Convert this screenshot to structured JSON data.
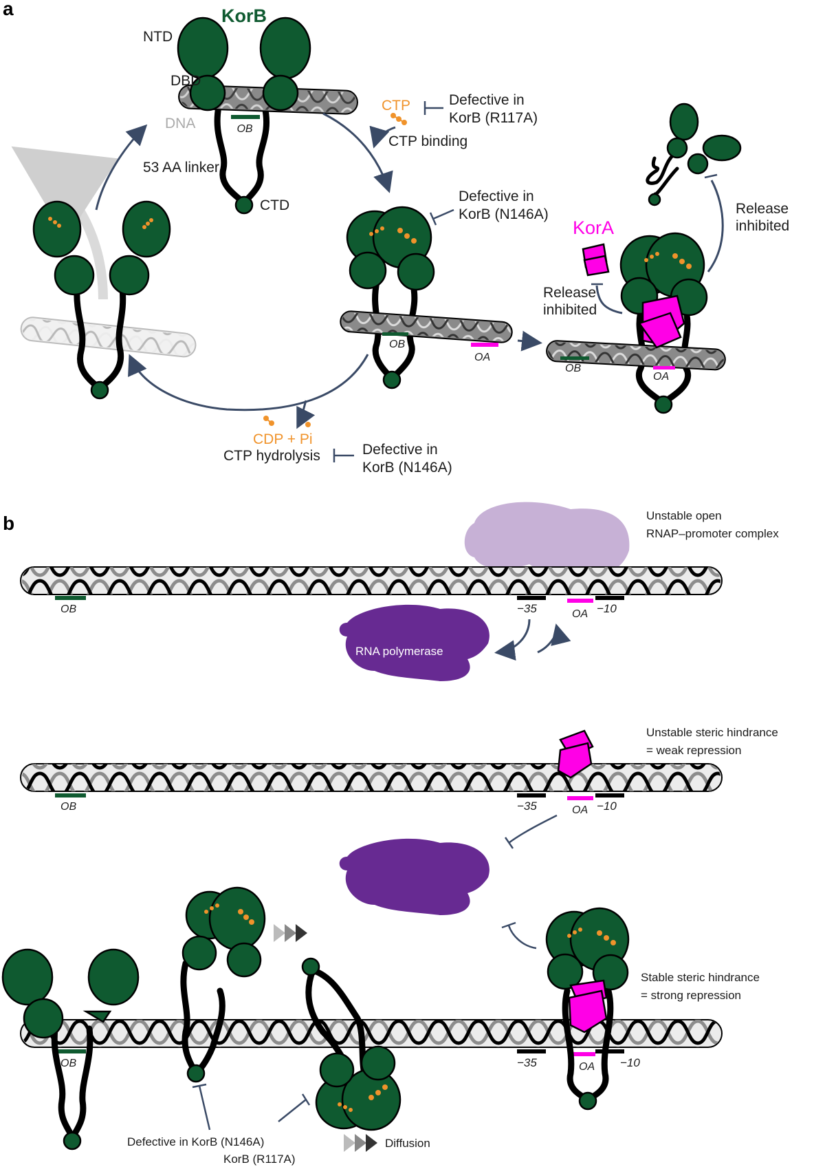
{
  "panel_a": {
    "panel_label": "a",
    "korb_title": "KorB",
    "ntd_label": "NTD",
    "dbd_label": "DBD",
    "dna_label": "DNA",
    "linker_label": "53 AA linker",
    "ctd_label": "CTD",
    "ctp_label": "CTP",
    "ctp_binding_label": "CTP binding",
    "defective_r117a_line1": "Defective in",
    "defective_r117a_line2": "KorB (R117A)",
    "defective_n146a_line1": "Defective in",
    "defective_n146a_line2": "KorB (N146A)",
    "kora_title": "KorA",
    "release_inhibited_line1": "Release",
    "release_inhibited_line2": "inhibited",
    "release_inhibited2_line1": "Release",
    "release_inhibited2_line2": "inhibited",
    "cdp_label": "CDP + Pi",
    "ctp_hydrolysis_label": "CTP hydrolysis",
    "defective_hydro_line1": "Defective in",
    "defective_hydro_line2": "KorB (N146A)",
    "ob_site": "OB",
    "oa_site": "OA"
  },
  "panel_b": {
    "panel_label": "b",
    "unstable_open_line1": "Unstable open",
    "unstable_open_line2": "RNAP–promoter complex",
    "rna_polymerase_label": "RNA polymerase",
    "minus35": "−35",
    "minus10": "−10",
    "ob_site": "OB",
    "oa_site": "OA",
    "unstable_steric_line1": "Unstable steric hindrance",
    "unstable_steric_line2": "= weak repression",
    "stable_steric_line1": "Stable steric hindrance",
    "stable_steric_line2": "= strong repression",
    "defective_bottom_line1": "Defective in KorB (N146A)",
    "defective_bottom_line2": "KorB (R117A)",
    "diffusion_label": "Diffusion"
  },
  "colors": {
    "korb_green": "#0f5a30",
    "kora_magenta": "#ff00e6",
    "rnap_purple": "#672a92",
    "ctp_orange": "#f0932b",
    "arrow_navy": "#3a4a66"
  }
}
